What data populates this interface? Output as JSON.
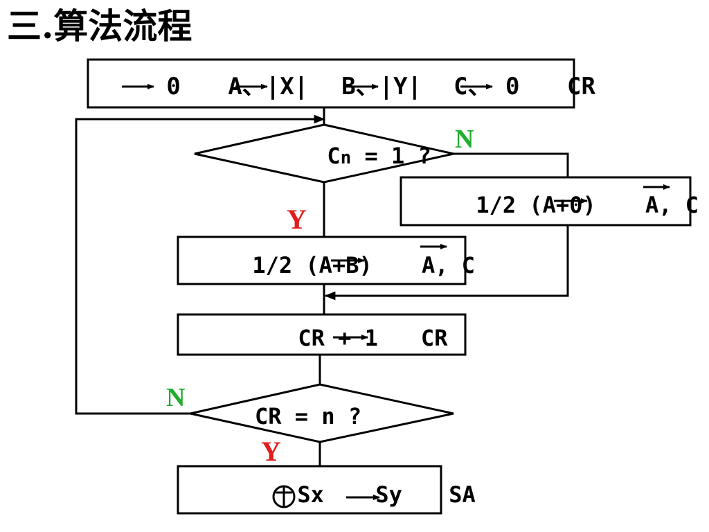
{
  "title": "三.算法流程",
  "colors": {
    "yes": "#e31b1b",
    "no": "#1fae2d",
    "line": "#000000"
  },
  "nodes": {
    "init": {
      "p1": "0 ",
      "p2": "A、|X|",
      "p3": "B、|Y|",
      "p4": "C、 0 ",
      "p5": "CR"
    },
    "decision_cn": {
      "c": "C",
      "n": "n",
      "rest": " = 1 ?"
    },
    "shift_zero": {
      "text": "1/2 (A+0)",
      "a": " A, ",
      "c": "C"
    },
    "shift_add": {
      "text": "1/2 (A+B)",
      "a": " A, ",
      "c": "C"
    },
    "counter": {
      "left": "CR + 1",
      "right": "CR"
    },
    "decision_cr": {
      "text": "CR = n ?"
    },
    "sign": {
      "sx": "Sx ",
      "sy": " Sy",
      "sa": " SA"
    }
  },
  "labels": {
    "n1": "N",
    "y1": "Y",
    "n2": "N",
    "y2": "Y"
  }
}
